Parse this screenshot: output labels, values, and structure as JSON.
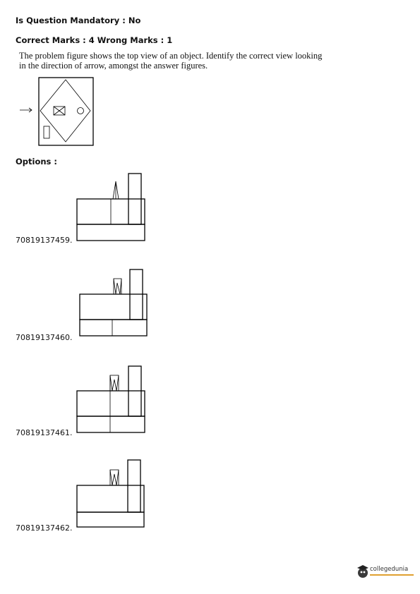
{
  "question": {
    "mandatory_label": "Is Question Mandatory : No",
    "marks_label": "Correct Marks : 4 Wrong Marks : 1",
    "text": "The problem figure shows the top view of an object. Identify the correct view looking in the direction of arrow, amongst the answer figures."
  },
  "options": {
    "heading": "Options :",
    "items": [
      {
        "id": "70819137459."
      },
      {
        "id": "70819137460."
      },
      {
        "id": "70819137461."
      },
      {
        "id": "70819137462."
      }
    ]
  },
  "branding": {
    "logo_text": "collegedunia",
    "logo_icon": "graduate-mascot-icon"
  },
  "colors": {
    "text": "#111111",
    "line": "#000000",
    "logo_accent": "#e0a030"
  }
}
